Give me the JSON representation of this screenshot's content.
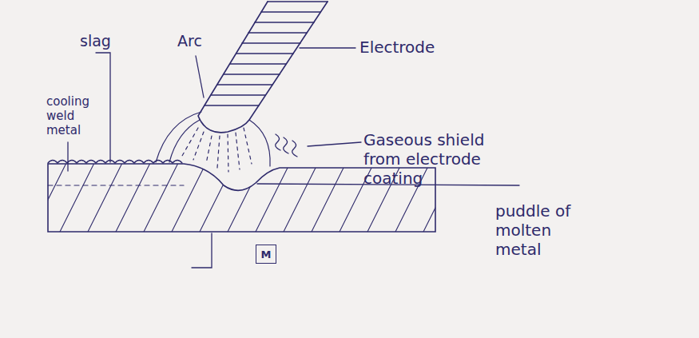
{
  "diagram": {
    "nodes": [
      {
        "text": [
          "M"
        ]
      }
    ],
    "labels": [
      "slag",
      "Arc",
      "Electrode",
      "cooling weld metal",
      "Gaseous shield from electrode coating",
      "puddle of molten metal"
    ]
  }
}
